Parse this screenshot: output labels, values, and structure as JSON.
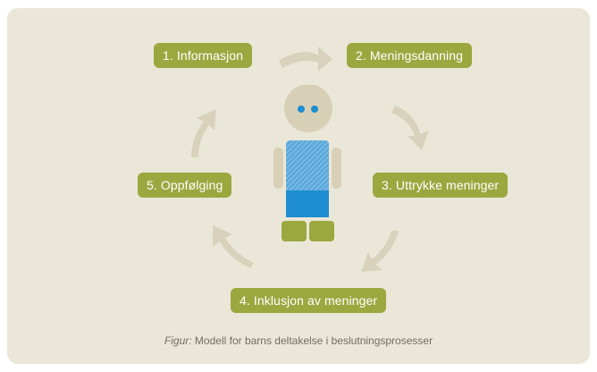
{
  "steps": [
    {
      "label": "1. Informasjon"
    },
    {
      "label": "2. Meningsdanning"
    },
    {
      "label": "3. Uttrykke meninger"
    },
    {
      "label": "4. Inklusjon av meninger"
    },
    {
      "label": "5. Oppfølging"
    }
  ],
  "caption": {
    "prefix": "Figur:",
    "text": " Modell for barns deltakelse i beslutningsprosesser"
  },
  "colors": {
    "background": "#ebe7d8",
    "step_fill": "#9aa83f",
    "arrow": "#d8d2bc",
    "figure_body": "#d8d0b6",
    "figure_shirt": "#1f8dd1",
    "figure_shoes": "#9aa83f"
  }
}
